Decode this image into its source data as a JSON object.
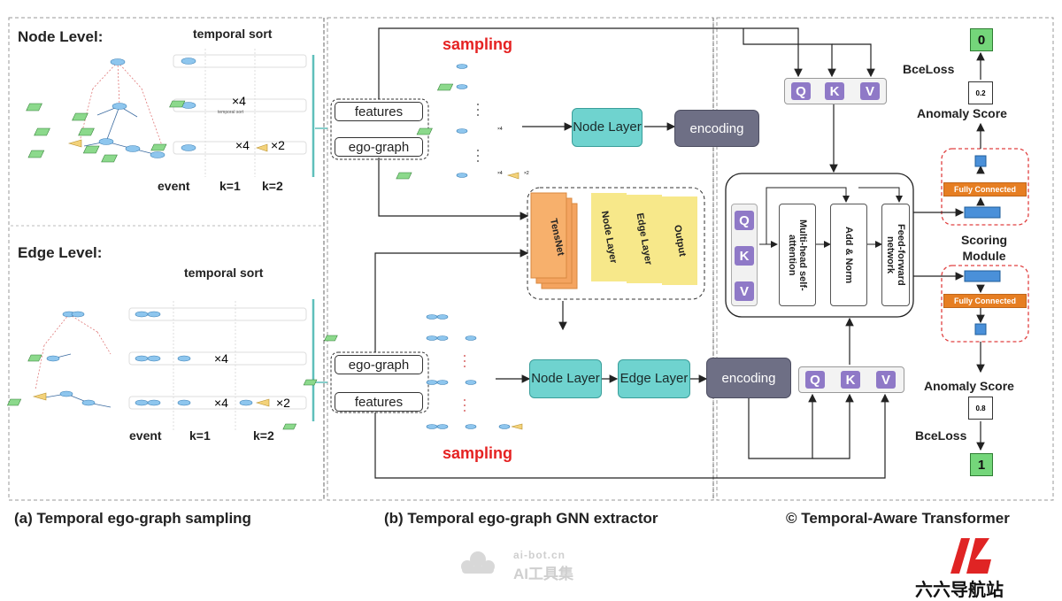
{
  "captions": {
    "a": "(a) Temporal ego-graph sampling",
    "b": "(b) Temporal ego-graph GNN extractor",
    "c": "© Temporal-Aware Transformer"
  },
  "panel_a": {
    "node_level": "Node Level:",
    "edge_level": "Edge Level:",
    "temporal_sort": "temporal sort",
    "x4": "×4",
    "x2": "×2",
    "event": "event",
    "k1": "k=1",
    "k2": "k=2",
    "temporal_sort_small": "temporal sort"
  },
  "panel_b": {
    "sampling": "sampling",
    "features": "features",
    "ego_graph": "ego-graph",
    "node_layer": "Node Layer",
    "edge_layer": "Edge Layer",
    "encoding": "encoding",
    "tensnet": "TensNet",
    "node_layer_card": "Node Layer",
    "edge_layer_card": "Edge Layer",
    "output_card": "Output",
    "small_x4": "×4",
    "small_x2": "×2",
    "colors": {
      "sampling": "#e52222",
      "teal": "#6fd3cf",
      "encoding": "#6e6f85"
    }
  },
  "panel_c": {
    "q": "Q",
    "k": "K",
    "v": "V",
    "multi_head": "Multi-head self-attention",
    "add_norm": "Add & Norm",
    "ffn": "Feed-forward network",
    "fully_connected": "Fully Connected",
    "scoring_module": "Scoring Module",
    "anomaly_score": "Anomaly Score",
    "bceloss": "BceLoss",
    "score_top": "0.2",
    "score_bottom": "0.8",
    "label_top": "0",
    "label_bottom": "1",
    "colors": {
      "qkv": "#8f79c7",
      "fc": "#e67e22",
      "label": "#74d67a"
    }
  },
  "watermarks": {
    "ai_bot_domain": "ai-bot.cn",
    "ai_bot_name": "AI工具集",
    "liuliu": "六六导航站"
  }
}
